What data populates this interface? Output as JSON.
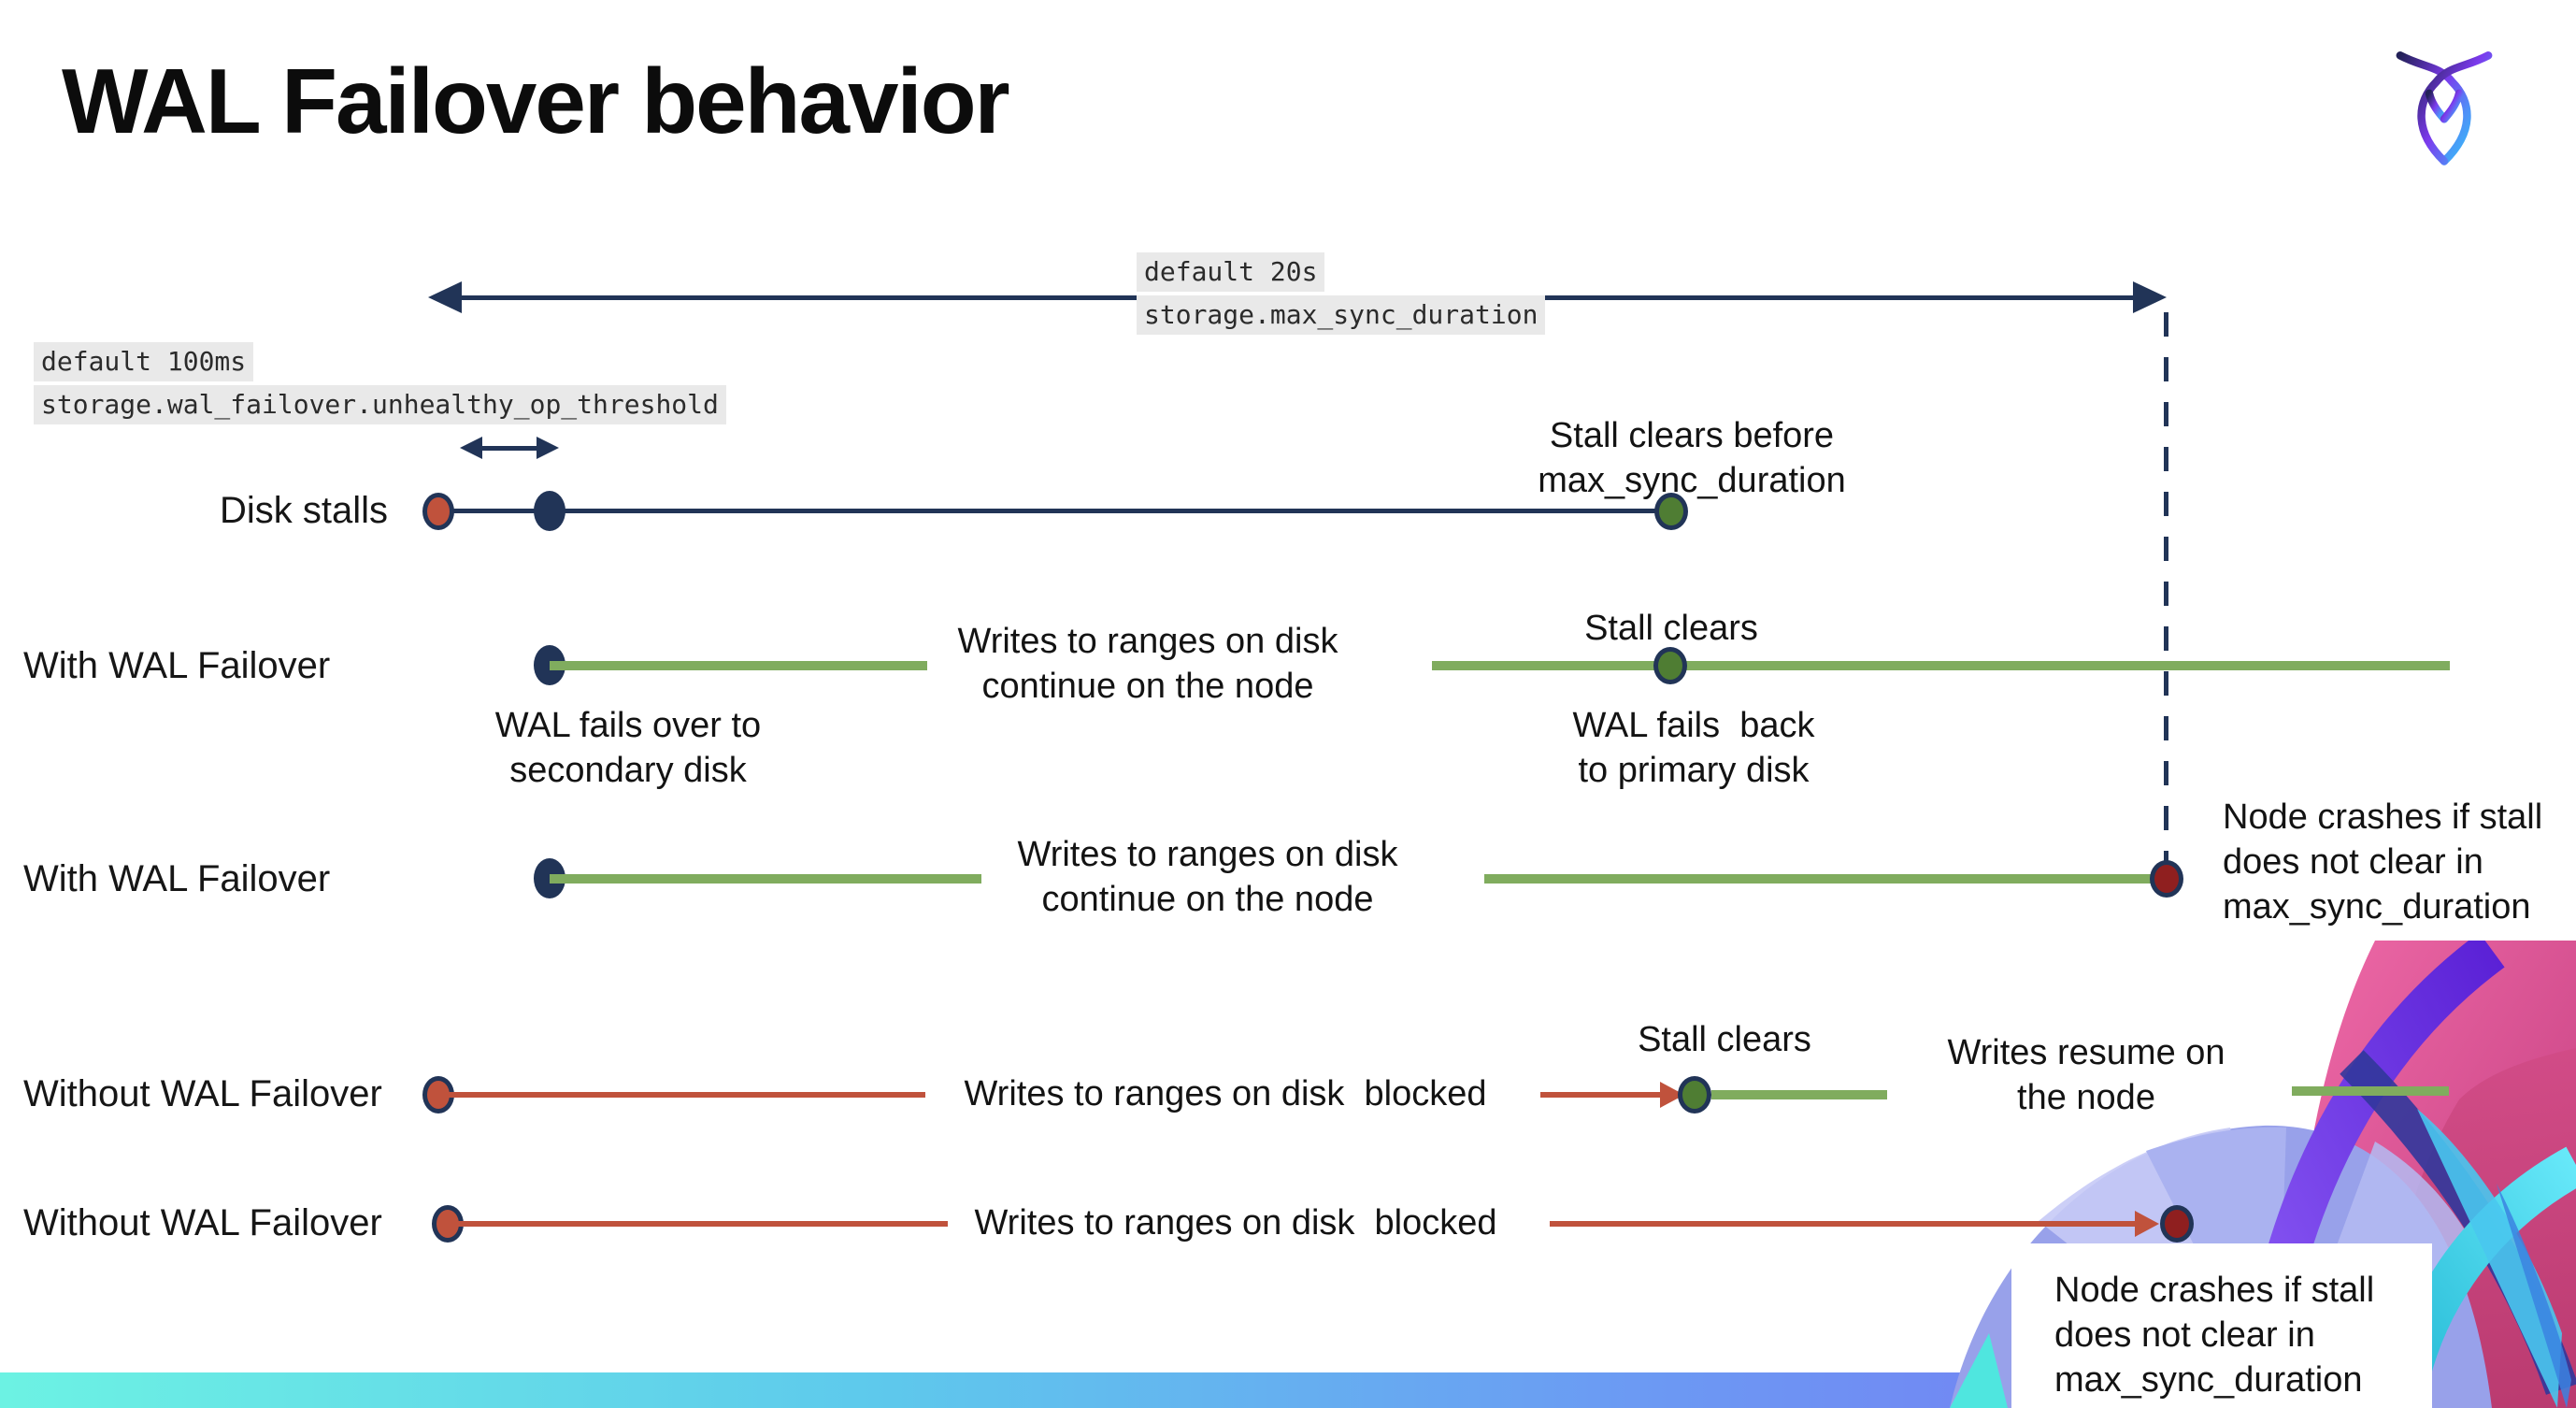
{
  "title": "WAL Failover behavior",
  "config_labels": {
    "max_sync_duration": {
      "default_value": "default 20s",
      "setting": "storage.max_sync_duration"
    },
    "unhealthy_op_threshold": {
      "default_value": "default 100ms",
      "setting": "storage.wal_failover.unhealthy_op_threshold"
    }
  },
  "rows": {
    "disk_stalls": {
      "label": "Disk stalls",
      "stall_note": "Stall clears before\nmax_sync_duration"
    },
    "with_wal_failover_1": {
      "label": "With WAL Failover",
      "failover_note": "WAL fails over to\nsecondary disk",
      "writes_note": "Writes to ranges on disk\ncontinue on the node",
      "stall_note": "Stall clears",
      "failback_note": "WAL fails  back\nto primary disk"
    },
    "with_wal_failover_2": {
      "label": "With WAL Failover",
      "writes_note": "Writes to ranges on disk\ncontinue on the node",
      "crash_note": "Node crashes if stall\ndoes not clear in\nmax_sync_duration"
    },
    "without_wal_failover_1": {
      "label": "Without WAL Failover",
      "writes_note": "Writes to ranges on disk  blocked",
      "stall_note": "Stall clears",
      "resume_note": "Writes resume on\nthe node"
    },
    "without_wal_failover_2": {
      "label": "Without WAL Failover",
      "writes_note": "Writes to ranges on disk  blocked",
      "crash_note": "Node crashes if stall\ndoes not clear in\nmax_sync_duration"
    }
  },
  "colors": {
    "navy": "#213457",
    "red": "#c0523c",
    "dark_red": "#8f1f1f",
    "green_line": "#80ac5e",
    "green_dot": "#4f7d33",
    "label_bg": "#e9e9e9",
    "bar_start": "#6cf2e3",
    "bar_mid1": "#5ec9ec",
    "bar_mid2": "#6b9cf3",
    "bar_end": "#7b6bf3"
  }
}
